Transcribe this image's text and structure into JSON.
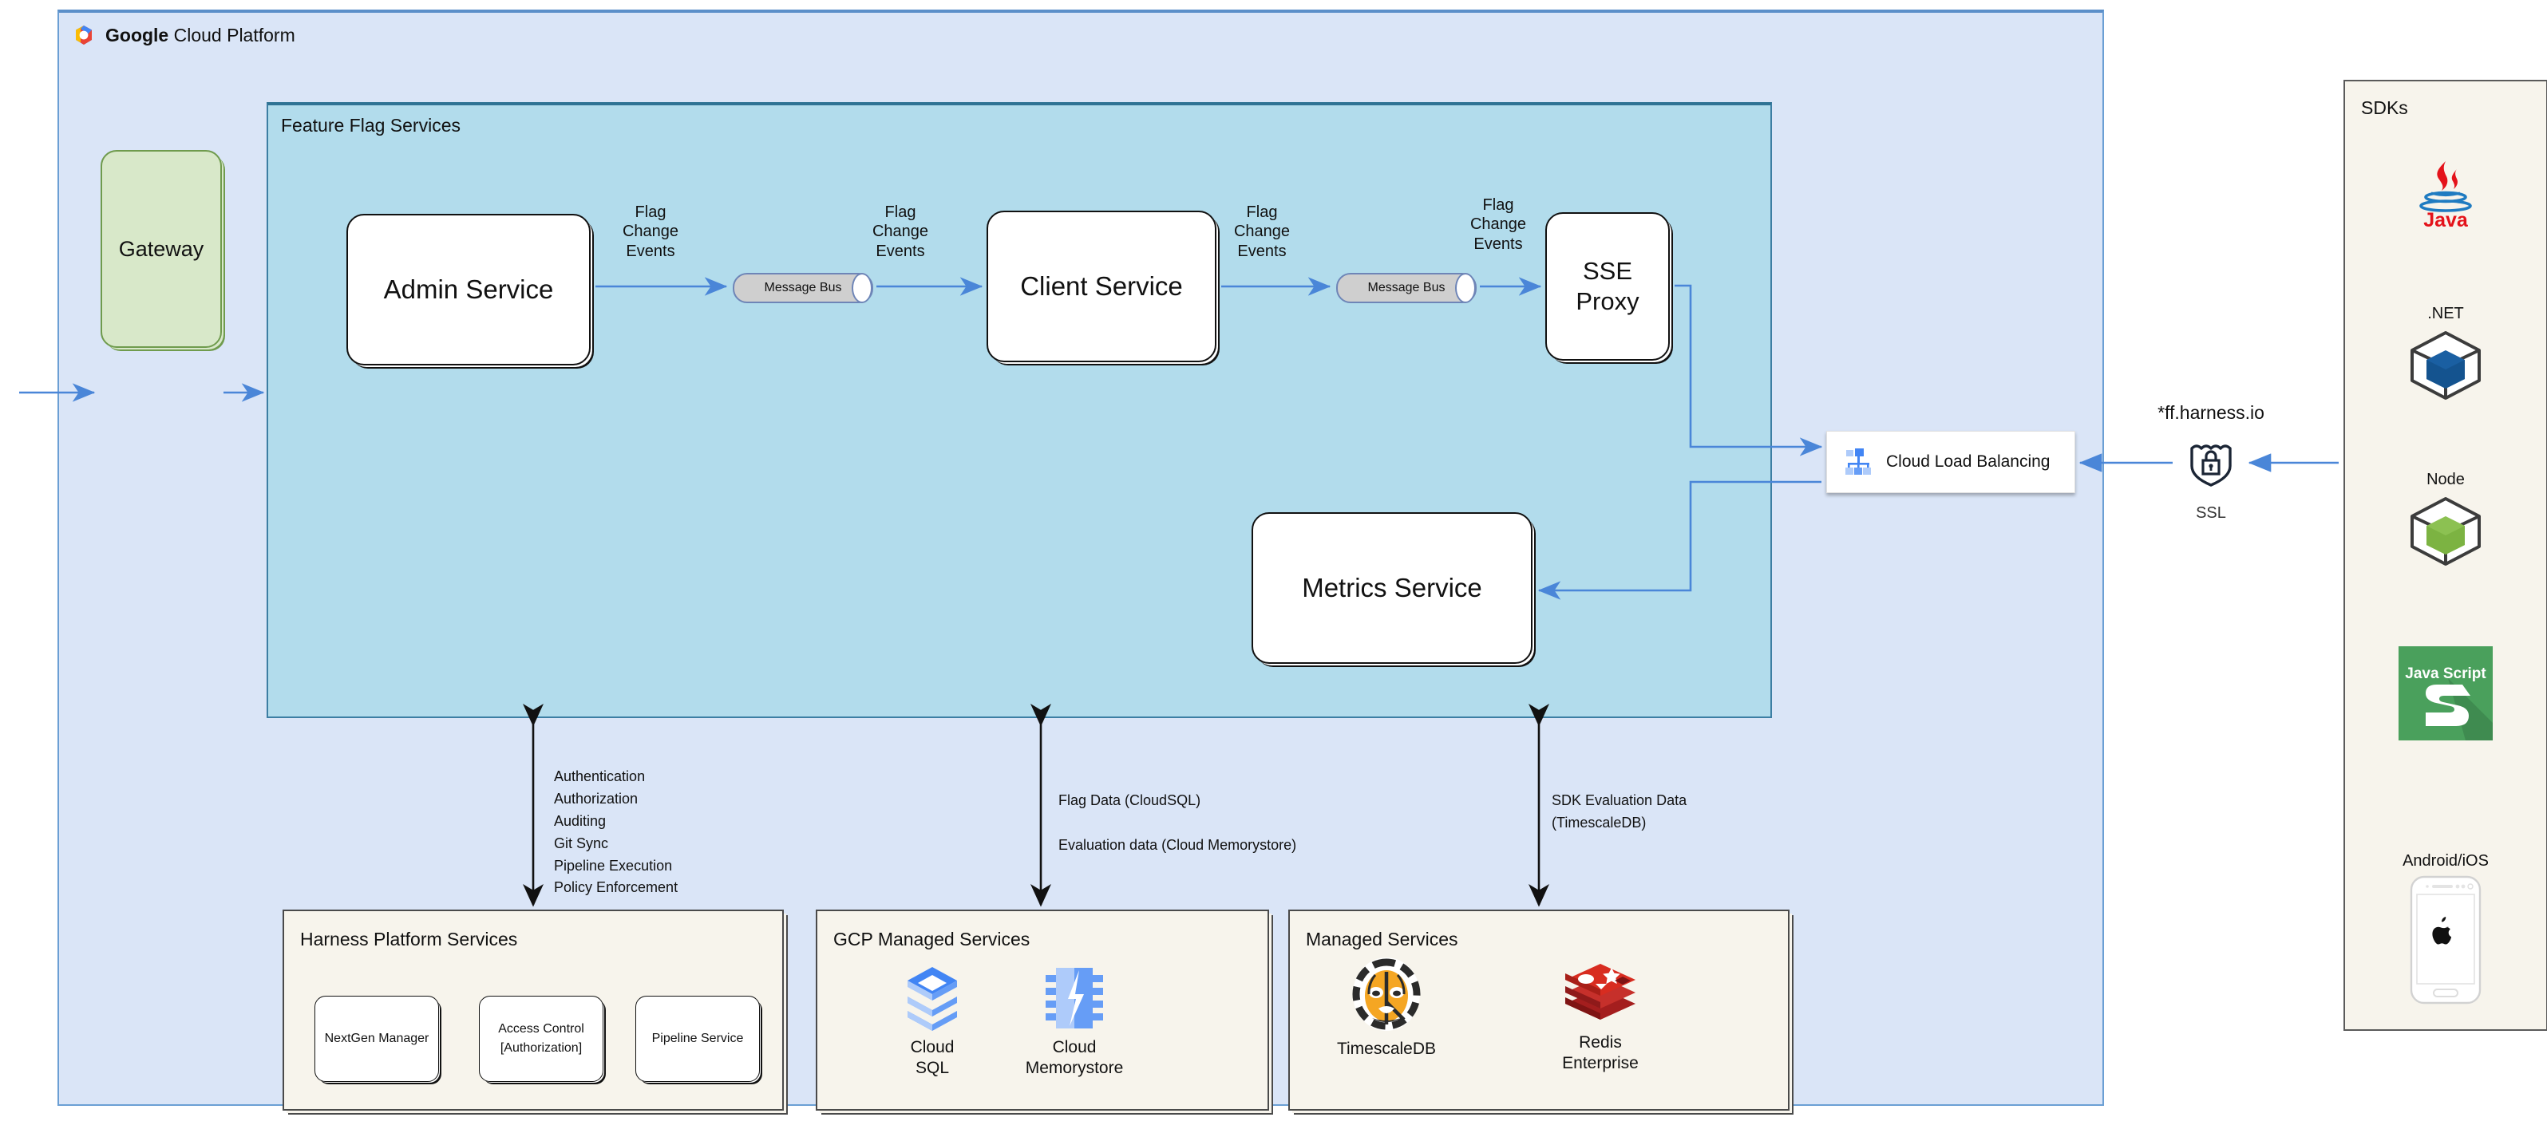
{
  "gcp": {
    "title_brand": "Google",
    "title_rest": " Cloud Platform",
    "logo_icon": "google-cloud-logo-icon"
  },
  "gateway": {
    "label": "Gateway"
  },
  "feature_flag_services": {
    "title": "Feature Flag Services",
    "services": [
      {
        "id": "admin-service",
        "label": "Admin Service"
      },
      {
        "id": "client-service",
        "label": "Client Service"
      },
      {
        "id": "sse-proxy",
        "label": "SSE\nProxy"
      },
      {
        "id": "metrics-service",
        "label": "Metrics Service"
      }
    ],
    "message_buses": [
      {
        "id": "message-bus-1",
        "label": "Message Bus"
      },
      {
        "id": "message-bus-2",
        "label": "Message Bus"
      }
    ],
    "edge_labels": [
      {
        "id": "edge-1",
        "text": "Flag\nChange\nEvents"
      },
      {
        "id": "edge-2",
        "text": "Flag\nChange\nEvents"
      },
      {
        "id": "edge-3",
        "text": "Flag\nChange\nEvents"
      },
      {
        "id": "edge-4",
        "text": "Flag\nChange\nEvents"
      }
    ]
  },
  "load_balancer": {
    "label": "Cloud Load Balancing",
    "icon": "cloud-load-balancing-icon"
  },
  "ingress": {
    "domain": "*ff.harness.io",
    "ssl_label": "SSL",
    "ssl_icon": "ssl-shield-lock-icon"
  },
  "annotations": [
    {
      "id": "harness-platform-annotation",
      "text": "Authentication\nAuthorization\nAuditing\nGit Sync\nPipeline Execution\nPolicy Enforcement"
    },
    {
      "id": "gcp-data-annotation",
      "text": "Flag Data (CloudSQL)\n\nEvaluation data (Cloud Memorystore)"
    },
    {
      "id": "managed-services-annotation",
      "text": "SDK Evaluation Data\n(TimescaleDB)"
    }
  ],
  "harness_platform": {
    "title": "Harness Platform Services",
    "items": [
      {
        "id": "nextgen-manager",
        "label": "NextGen Manager"
      },
      {
        "id": "access-control",
        "label": "Access Control\n[Authorization]"
      },
      {
        "id": "pipeline-service",
        "label": "Pipeline Service"
      }
    ]
  },
  "gcp_managed_services": {
    "title": "GCP Managed Services",
    "items": [
      {
        "id": "cloud-sql",
        "label": "Cloud\nSQL",
        "icon": "cloud-sql-icon"
      },
      {
        "id": "cloud-memorystore",
        "label": "Cloud\nMemorystore",
        "icon": "cloud-memorystore-icon"
      }
    ]
  },
  "managed_services": {
    "title": "Managed Services",
    "items": [
      {
        "id": "timescaledb",
        "label": "TimescaleDB",
        "icon": "timescaledb-tiger-icon"
      },
      {
        "id": "redis-enterprise",
        "label": "Redis\nEnterprise",
        "icon": "redis-icon"
      }
    ]
  },
  "sdks": {
    "title": "SDKs",
    "items": [
      {
        "id": "java-sdk",
        "name": "",
        "icon": "java-logo-icon"
      },
      {
        "id": "dotnet-sdk",
        "name": ".NET",
        "icon": "dotnet-cube-icon"
      },
      {
        "id": "node-sdk",
        "name": "Node",
        "icon": "node-cube-icon"
      },
      {
        "id": "javascript-sdk",
        "name": "",
        "icon": "javascript-logo-icon"
      },
      {
        "id": "mobile-sdk",
        "name": "Android/iOS",
        "icon": "phone-apple-icon"
      }
    ]
  },
  "colors": {
    "gcp_panel": "#dae5f7",
    "ffs_panel": "#b2dcec",
    "sdk_panel": "#f7f4ec",
    "gateway": "#d8e8c9",
    "arrow_blue": "#4a86d8",
    "arrow_black": "#000000"
  }
}
